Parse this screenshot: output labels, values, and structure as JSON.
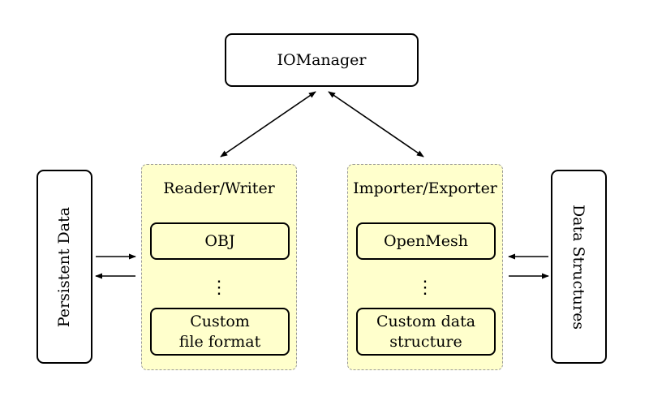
{
  "nodes": {
    "io_manager": "IOManager",
    "persistent_data": "Persistent Data",
    "data_structures": "Data Structures"
  },
  "groups": {
    "reader_writer": {
      "title": "Reader/Writer",
      "items": [
        "OBJ",
        "Custom",
        "file format"
      ],
      "ellipsis": "⋮"
    },
    "importer_exporter": {
      "title": "Importer/Exporter",
      "items": [
        "OpenMesh",
        "Custom data",
        "structure"
      ],
      "ellipsis": "⋮"
    }
  },
  "colors": {
    "group_fill": "#ffffcc",
    "group_border": "#9a9a9a",
    "stroke": "#000000"
  }
}
